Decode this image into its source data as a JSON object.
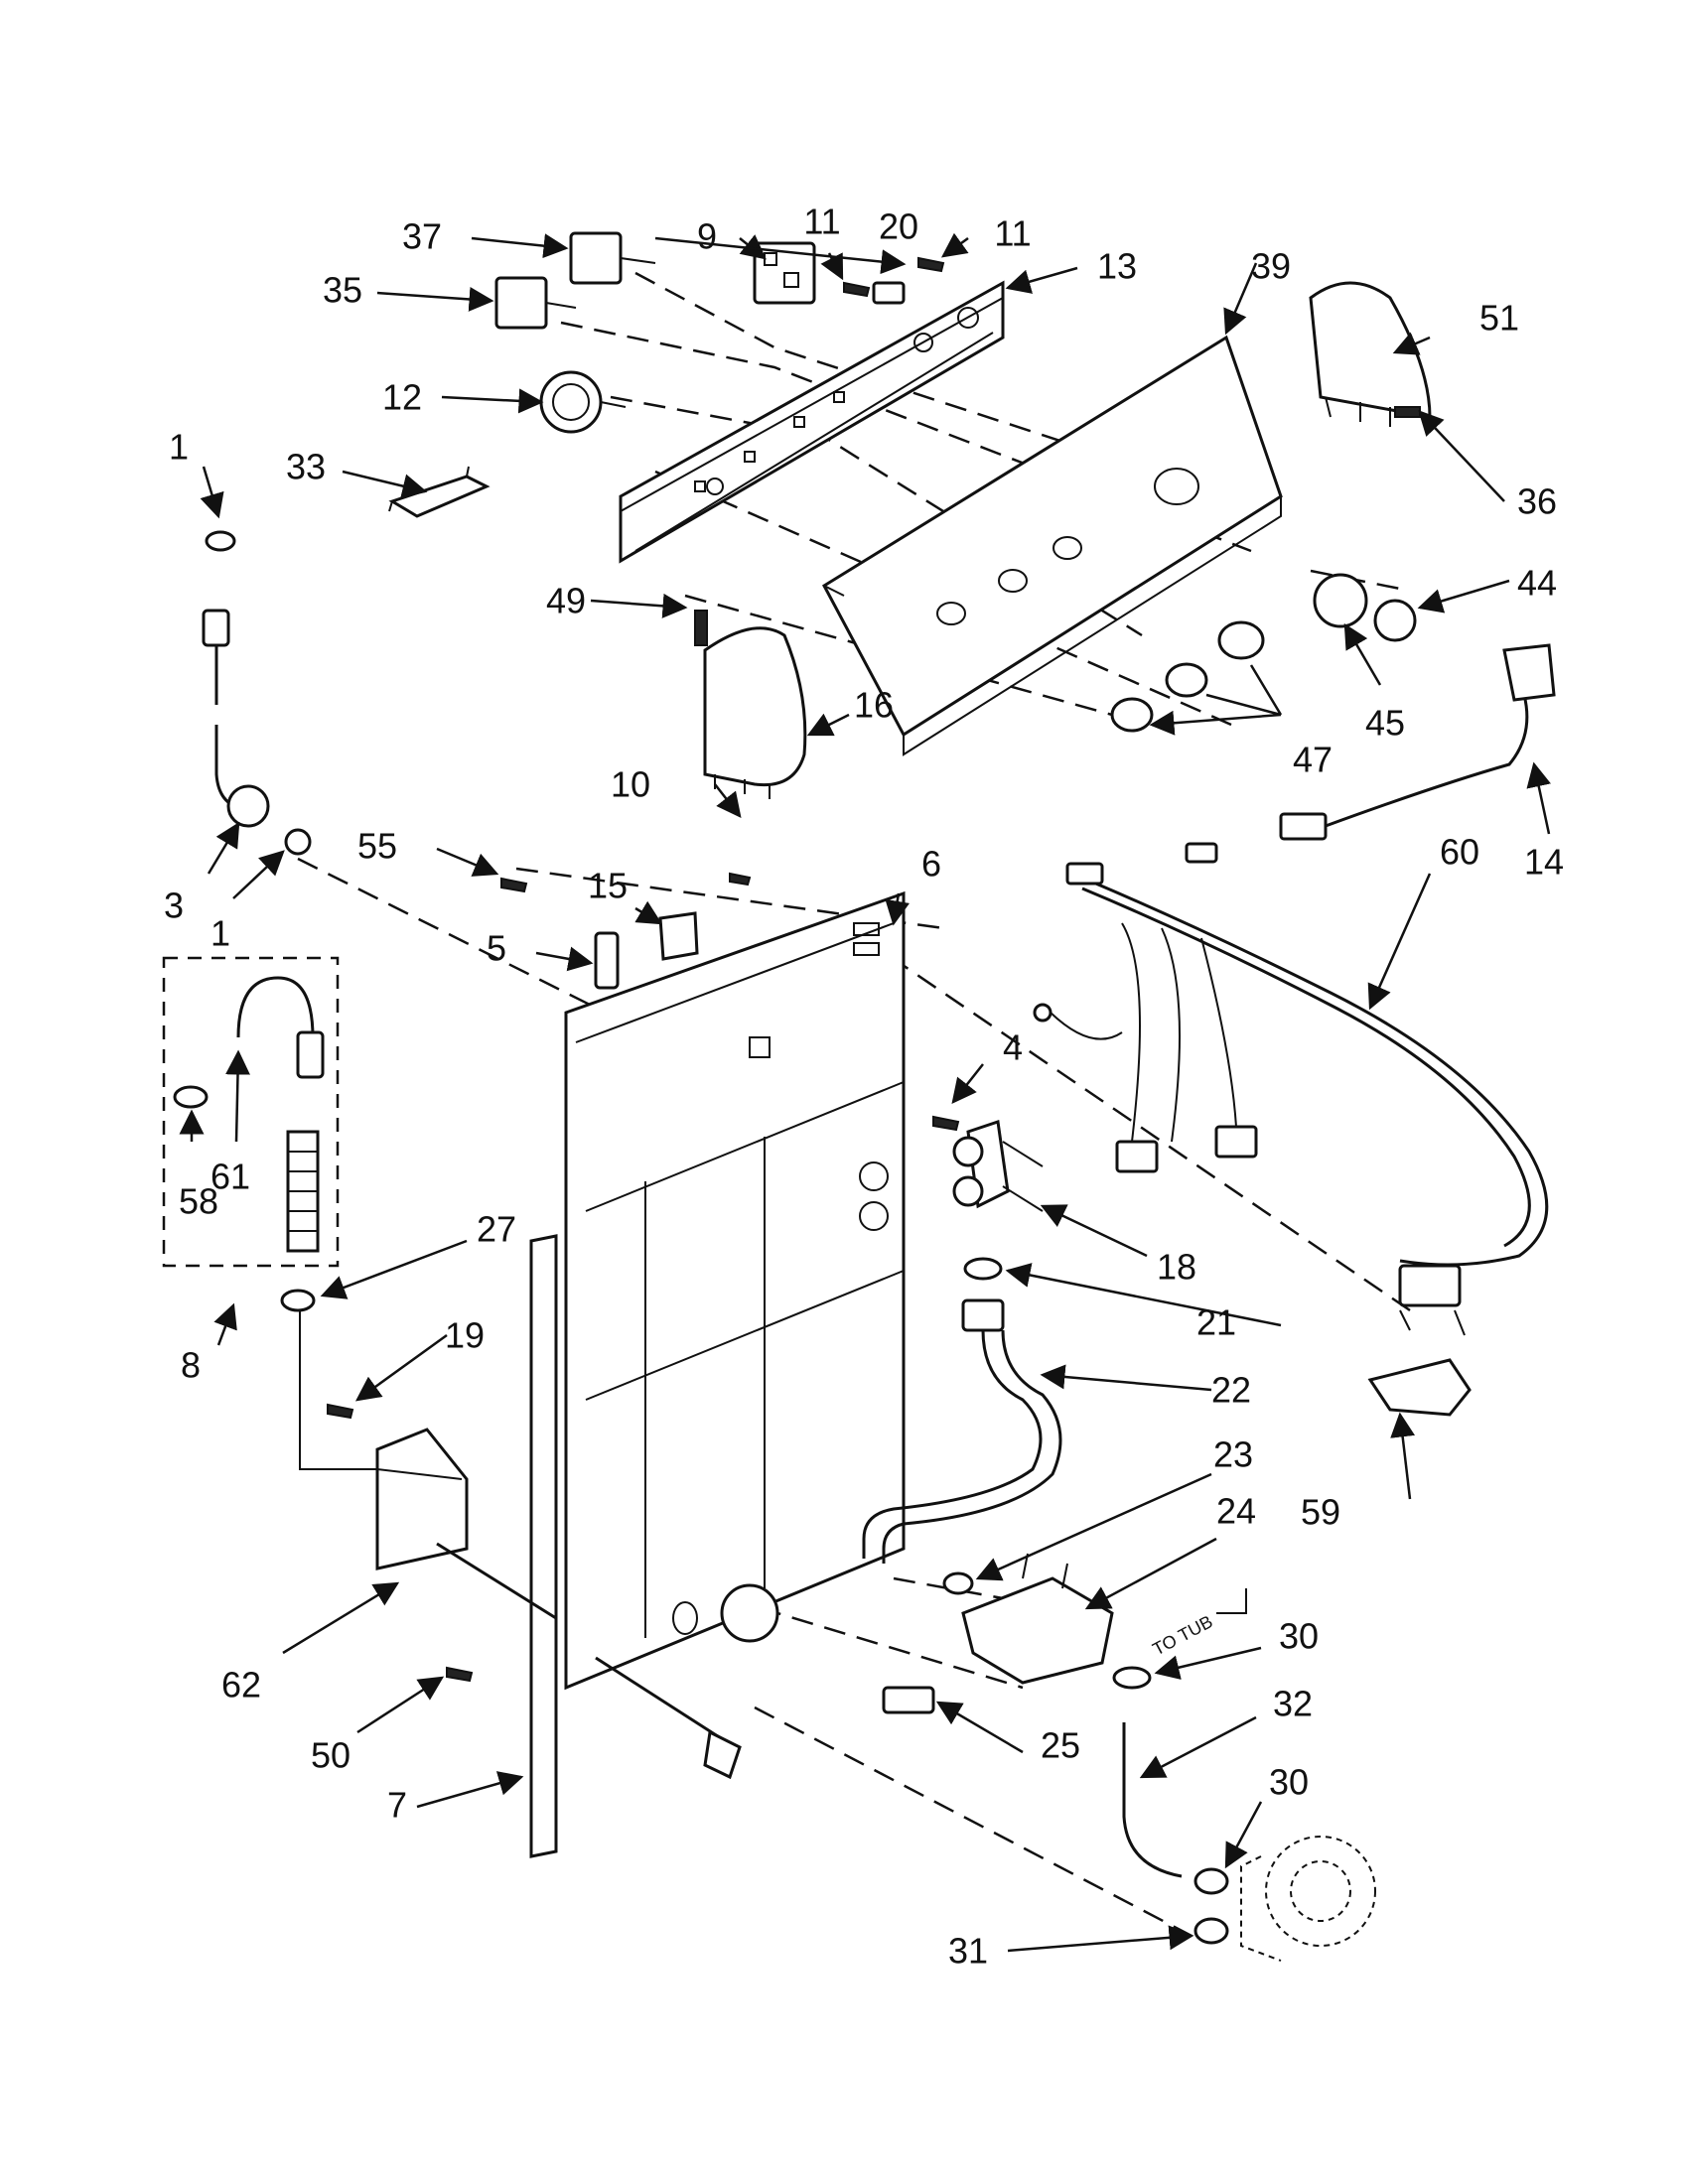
{
  "diagram": {
    "annotation_to_tub": "TO TUB",
    "callouts": [
      {
        "id": "c1a",
        "label": "1"
      },
      {
        "id": "c1b",
        "label": "1"
      },
      {
        "id": "c3",
        "label": "3"
      },
      {
        "id": "c4",
        "label": "4"
      },
      {
        "id": "c5",
        "label": "5"
      },
      {
        "id": "c6",
        "label": "6"
      },
      {
        "id": "c7",
        "label": "7"
      },
      {
        "id": "c8",
        "label": "8"
      },
      {
        "id": "c9",
        "label": "9"
      },
      {
        "id": "c10",
        "label": "10"
      },
      {
        "id": "c11a",
        "label": "11"
      },
      {
        "id": "c11b",
        "label": "11"
      },
      {
        "id": "c12",
        "label": "12"
      },
      {
        "id": "c13",
        "label": "13"
      },
      {
        "id": "c14",
        "label": "14"
      },
      {
        "id": "c15",
        "label": "15"
      },
      {
        "id": "c16",
        "label": "16"
      },
      {
        "id": "c18",
        "label": "18"
      },
      {
        "id": "c19",
        "label": "19"
      },
      {
        "id": "c20",
        "label": "20"
      },
      {
        "id": "c21",
        "label": "21"
      },
      {
        "id": "c22",
        "label": "22"
      },
      {
        "id": "c23",
        "label": "23"
      },
      {
        "id": "c24",
        "label": "24"
      },
      {
        "id": "c25",
        "label": "25"
      },
      {
        "id": "c27",
        "label": "27"
      },
      {
        "id": "c30a",
        "label": "30"
      },
      {
        "id": "c30b",
        "label": "30"
      },
      {
        "id": "c31",
        "label": "31"
      },
      {
        "id": "c32",
        "label": "32"
      },
      {
        "id": "c33",
        "label": "33"
      },
      {
        "id": "c35",
        "label": "35"
      },
      {
        "id": "c36",
        "label": "36"
      },
      {
        "id": "c37",
        "label": "37"
      },
      {
        "id": "c39",
        "label": "39"
      },
      {
        "id": "c44",
        "label": "44"
      },
      {
        "id": "c45",
        "label": "45"
      },
      {
        "id": "c47",
        "label": "47"
      },
      {
        "id": "c49",
        "label": "49"
      },
      {
        "id": "c50",
        "label": "50"
      },
      {
        "id": "c51",
        "label": "51"
      },
      {
        "id": "c55",
        "label": "55"
      },
      {
        "id": "c58",
        "label": "58"
      },
      {
        "id": "c59",
        "label": "59"
      },
      {
        "id": "c60",
        "label": "60"
      },
      {
        "id": "c61",
        "label": "61"
      },
      {
        "id": "c62",
        "label": "62"
      }
    ]
  }
}
